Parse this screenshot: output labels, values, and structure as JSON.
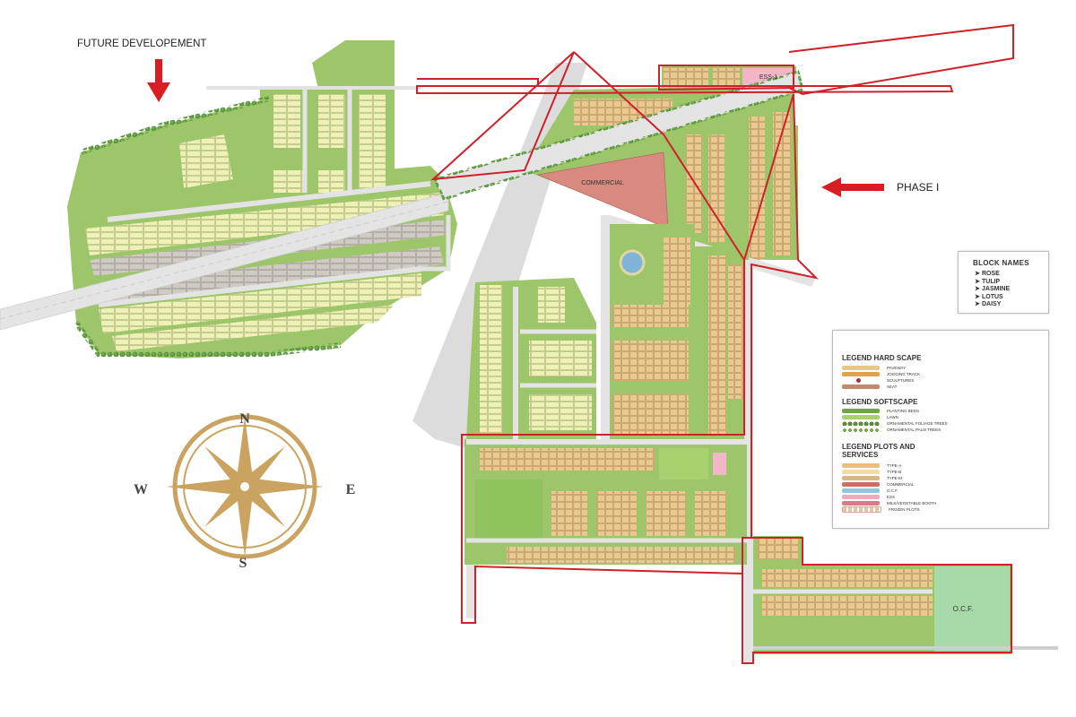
{
  "labels": {
    "future": "FUTURE DEVELOPEMENT",
    "phase": "PHASE I",
    "commercial": "COMMERCIAL",
    "ess": "ESS-1",
    "ocf": "O.C.F."
  },
  "compass": {
    "n": "N",
    "e": "E",
    "s": "S",
    "w": "W"
  },
  "block_names": {
    "title": "BLOCK NAMES",
    "items": [
      "ROSE",
      "TULIP",
      "JASMINE",
      "LOTUS",
      "DAISY"
    ]
  },
  "legend": {
    "hard": {
      "title": "LEGEND HARD SCAPE",
      "items": [
        "PAVEWAY",
        "JOGGING TRACK",
        "SCULPTURES",
        "SEAT"
      ]
    },
    "soft": {
      "title": "LEGEND SOFTSCAPE",
      "items": [
        "PLANTING BEDS",
        "LAWN",
        "ORNAMENTAL FOLIAGE TREES",
        "ORNAMENTAL PALM TREES"
      ]
    },
    "plots": {
      "title_line1": "LEGEND PLOTS AND",
      "title_line2": "SERVICES",
      "items": [
        "TYPE-A",
        "TYPE-B",
        "TYPE-M",
        "COMMERCIAL",
        "O.C.F.",
        "ESS",
        "MILK/VEGETABLE BOOTH",
        "FROZEN PLOTS"
      ]
    }
  },
  "colors": {
    "boundary": "#d0202a",
    "arrow": "#d81e22",
    "compass": "#c9a35f",
    "green": "#9dc56a",
    "dark_green": "#4f8a3a",
    "plot_a": "#e9c98f",
    "plot_b": "#f2e3b0",
    "commercial": "#d98a80",
    "ocf": "#a8d9a8",
    "ess": "#f3b6c7",
    "road": "#e3e3e3",
    "legend_pavement": "#e8c88a",
    "legend_jogging": "#e0a34a",
    "legend_sculpture": "#b22c3c",
    "legend_seat": "#c28a6a",
    "legend_planting": "#6fa544",
    "legend_lawn": "#a9d06f",
    "legend_foliage": "#5b8f36",
    "legend_palm": "#7aa84b",
    "legend_type_a": "#e8c07a",
    "legend_type_b": "#f1dca1",
    "legend_type_m": "#d8b58a",
    "legend_commercial": "#c9705e",
    "legend_ocf": "#8ec5e4",
    "legend_ess": "#f1a9c0",
    "legend_booth": "#d97a86",
    "legend_frozen": "#e8c3b0"
  }
}
